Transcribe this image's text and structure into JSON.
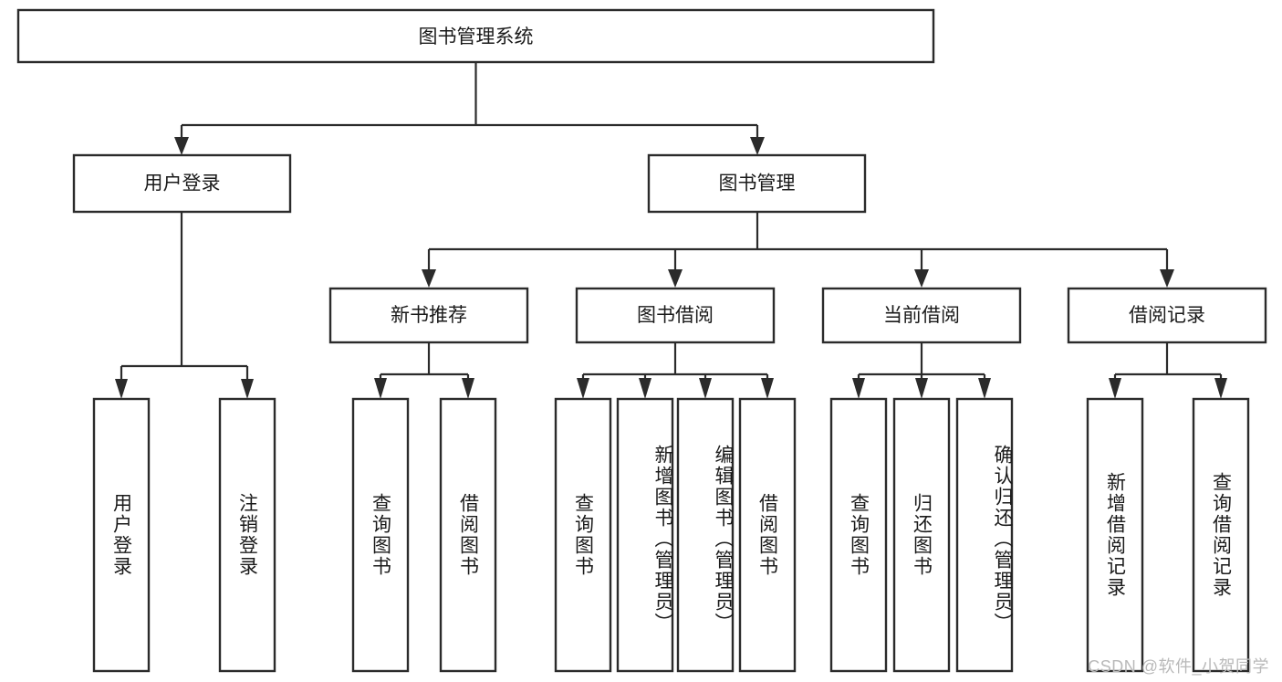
{
  "diagram": {
    "type": "tree-hierarchy",
    "title_node": {
      "id": "root",
      "label": "图书管理系统"
    },
    "levels": [
      {
        "level": 1,
        "nodes": [
          {
            "id": "root",
            "label": "图书管理系统",
            "orientation": "horizontal"
          }
        ]
      },
      {
        "level": 2,
        "nodes": [
          {
            "id": "user-login",
            "label": "用户登录",
            "orientation": "horizontal",
            "parent": "root"
          },
          {
            "id": "book-manage",
            "label": "图书管理",
            "orientation": "horizontal",
            "parent": "root"
          }
        ]
      },
      {
        "level": 3,
        "nodes": [
          {
            "id": "new-book-rec",
            "label": "新书推荐",
            "orientation": "horizontal",
            "parent": "book-manage"
          },
          {
            "id": "book-borrow",
            "label": "图书借阅",
            "orientation": "horizontal",
            "parent": "book-manage"
          },
          {
            "id": "current-borrow",
            "label": "当前借阅",
            "orientation": "horizontal",
            "parent": "book-manage"
          },
          {
            "id": "borrow-record",
            "label": "借阅记录",
            "orientation": "horizontal",
            "parent": "book-manage"
          }
        ]
      },
      {
        "level": 4,
        "nodes": [
          {
            "id": "leaf-user-login",
            "label": "用户登录",
            "orientation": "vertical",
            "parent": "user-login"
          },
          {
            "id": "leaf-logout",
            "label": "注销登录",
            "orientation": "vertical",
            "parent": "user-login"
          },
          {
            "id": "leaf-query-book-1",
            "label": "查询图书",
            "orientation": "vertical",
            "parent": "new-book-rec"
          },
          {
            "id": "leaf-borrow-book-1",
            "label": "借阅图书",
            "orientation": "vertical",
            "parent": "new-book-rec"
          },
          {
            "id": "leaf-query-book-2",
            "label": "查询图书",
            "orientation": "vertical",
            "parent": "book-borrow"
          },
          {
            "id": "leaf-add-book",
            "label": "新增图书（管理员）",
            "orientation": "vertical",
            "parent": "book-borrow"
          },
          {
            "id": "leaf-edit-book",
            "label": "编辑图书（管理员）",
            "orientation": "vertical",
            "parent": "book-borrow"
          },
          {
            "id": "leaf-borrow-book-2",
            "label": "借阅图书",
            "orientation": "vertical",
            "parent": "book-borrow"
          },
          {
            "id": "leaf-query-book-3",
            "label": "查询图书",
            "orientation": "vertical",
            "parent": "current-borrow"
          },
          {
            "id": "leaf-return-book",
            "label": "归还图书",
            "orientation": "vertical",
            "parent": "current-borrow"
          },
          {
            "id": "leaf-confirm-return",
            "label": "确认归还（管理员）",
            "orientation": "vertical",
            "parent": "current-borrow"
          },
          {
            "id": "leaf-add-record",
            "label": "新增借阅记录",
            "orientation": "vertical",
            "parent": "borrow-record"
          },
          {
            "id": "leaf-query-record",
            "label": "查询借阅记录",
            "orientation": "vertical",
            "parent": "borrow-record"
          }
        ]
      }
    ],
    "colors": {
      "box_stroke": "#2b2b2b",
      "box_fill": "#ffffff",
      "connector": "#2b2b2b",
      "label_text": "#1a1a1a",
      "background": "#ffffff",
      "watermark_text": "#b9b9b9"
    }
  },
  "watermark": {
    "text": "CSDN @软件_小贺同学"
  }
}
